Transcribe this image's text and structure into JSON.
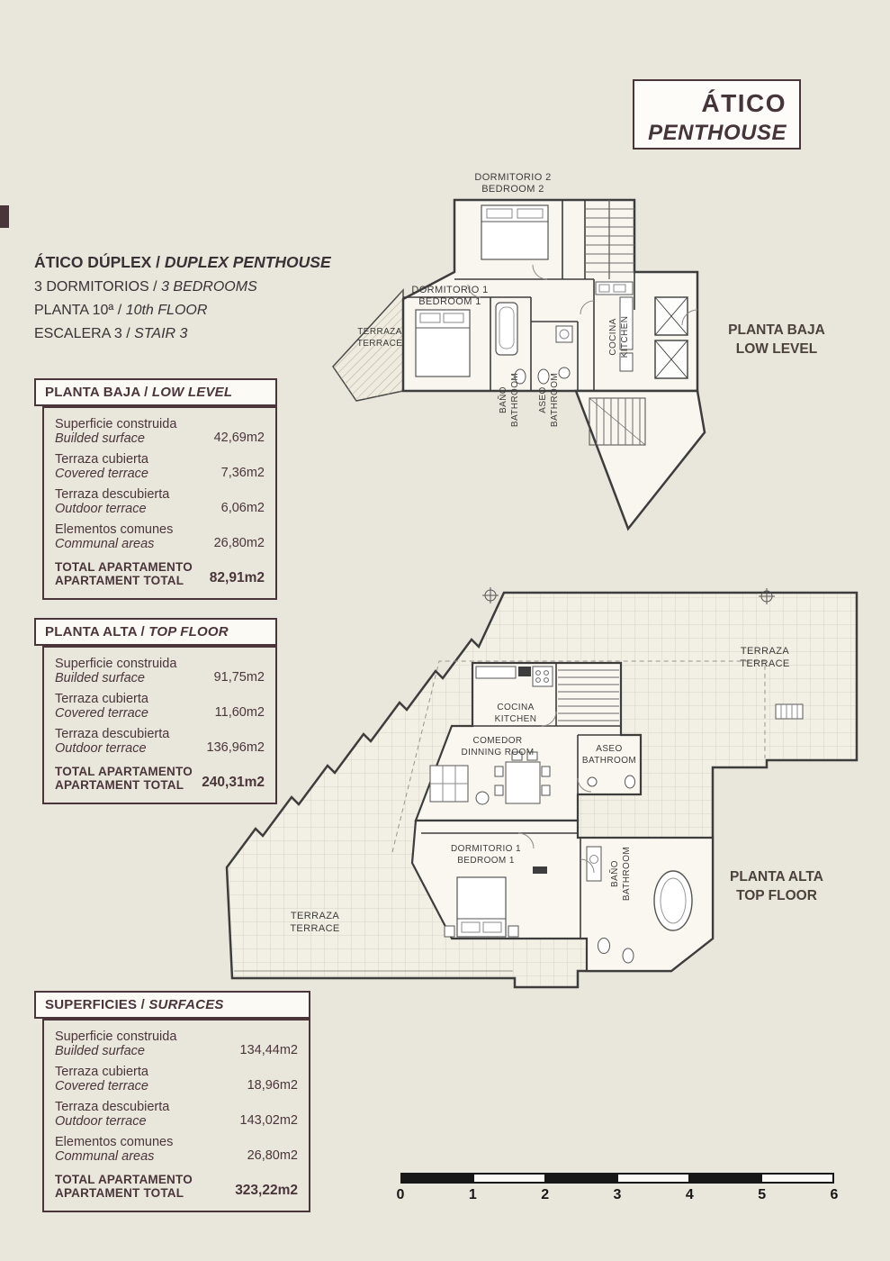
{
  "page": {
    "sep": " / ",
    "bg_color": "#e9e6db",
    "accent_color": "#4a353b"
  },
  "title_box": {
    "es": "ÁTICO",
    "en": "PENTHOUSE"
  },
  "summary": {
    "lines": [
      {
        "es": "ÁTICO DÚPLEX",
        "en": "DUPLEX PENTHOUSE"
      },
      {
        "es": "3 DORMITORIOS",
        "en": "3 BEDROOMS"
      },
      {
        "es": "PLANTA 10ª",
        "en": "10th FLOOR"
      },
      {
        "es": "ESCALERA 3",
        "en": "STAIR 3"
      }
    ]
  },
  "table_low": {
    "header_es": "PLANTA BAJA",
    "header_en": "LOW LEVEL",
    "rows": [
      {
        "es": "Superficie construida",
        "en": "Builded surface",
        "value": "42,69m2"
      },
      {
        "es": "Terraza cubierta",
        "en": "Covered terrace",
        "value": "7,36m2"
      },
      {
        "es": "Terraza descubierta",
        "en": "Outdoor terrace",
        "value": "6,06m2"
      },
      {
        "es": "Elementos comunes",
        "en": "Communal areas",
        "value": "26,80m2"
      }
    ],
    "total": {
      "es": "TOTAL APARTAMENTO",
      "en": "APARTAMENT TOTAL",
      "value": "82,91m2"
    }
  },
  "table_top": {
    "header_es": "PLANTA ALTA",
    "header_en": "TOP FLOOR",
    "rows": [
      {
        "es": "Superficie construida",
        "en": "Builded surface",
        "value": "91,75m2"
      },
      {
        "es": "Terraza cubierta",
        "en": "Covered terrace",
        "value": "11,60m2"
      },
      {
        "es": "Terraza descubierta",
        "en": "Outdoor terrace",
        "value": "136,96m2"
      }
    ],
    "total": {
      "es": "TOTAL APARTAMENTO",
      "en": "APARTAMENT TOTAL",
      "value": "240,31m2"
    }
  },
  "table_surfaces": {
    "header_es": "SUPERFICIES",
    "header_en": "SURFACES",
    "rows": [
      {
        "es": "Superficie construida",
        "en": "Builded surface",
        "value": "134,44m2"
      },
      {
        "es": "Terraza cubierta",
        "en": "Covered terrace",
        "value": "18,96m2"
      },
      {
        "es": "Terraza descubierta",
        "en": "Outdoor terrace",
        "value": "143,02m2"
      },
      {
        "es": "Elementos comunes",
        "en": "Communal areas",
        "value": "26,80m2"
      }
    ],
    "total": {
      "es": "TOTAL APARTAMENTO",
      "en": "APARTAMENT TOTAL",
      "value": "323,22m2"
    }
  },
  "plan_low": {
    "side_es": "PLANTA BAJA",
    "side_en": "LOW LEVEL",
    "rooms": {
      "bedroom2_es": "DORMITORIO 2",
      "bedroom2_en": "BEDROOM 2",
      "bedroom1_es": "DORMITORIO 1",
      "bedroom1_en": "BEDROOM 1",
      "terrace_es": "TERRAZA",
      "terrace_en": "TERRACE",
      "kitchen_es": "COCINA",
      "kitchen_en": "KITCHEN",
      "bath_es": "BAÑO",
      "bath_en": "BATHROOM",
      "aseo_es": "ASEO",
      "aseo_en": "BATHROOM"
    }
  },
  "plan_top": {
    "side_es": "PLANTA ALTA",
    "side_en": "TOP FLOOR",
    "rooms": {
      "terrace_top_es": "TERRAZA",
      "terrace_top_en": "TERRACE",
      "kitchen_es": "COCINA",
      "kitchen_en": "KITCHEN",
      "dining_es": "COMEDOR",
      "dining_en": "DINNING ROOM",
      "aseo_es": "ASEO",
      "aseo_en": "BATHROOM",
      "bedroom1_es": "DORMITORIO 1",
      "bedroom1_en": "BEDROOM 1",
      "bath_es": "BAÑO",
      "bath_en": "BATHROOM",
      "terrace_bottom_es": "TERRAZA",
      "terrace_bottom_en": "TERRACE"
    }
  },
  "scale_bar": {
    "labels": [
      "0",
      "1",
      "2",
      "3",
      "4",
      "5",
      "6"
    ]
  }
}
